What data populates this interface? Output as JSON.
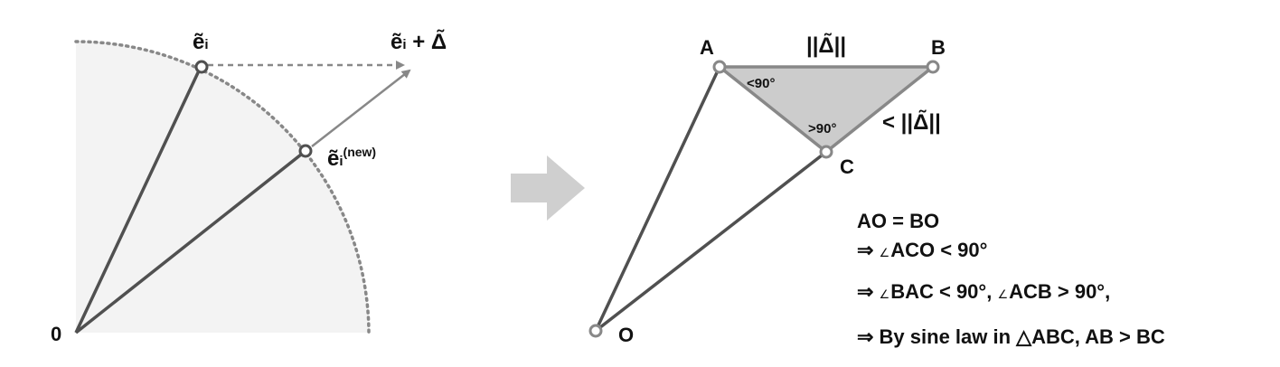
{
  "left_diagram": {
    "origin_label": "0",
    "point_ei_label": "ẽ",
    "point_ei_sub": "i",
    "point_sum_label": "ẽ",
    "point_sum_sub": "i",
    "point_sum_suffix": " + Δ̃",
    "point_new_label": "ẽ",
    "point_new_sub": "i",
    "point_new_sup": "(new)"
  },
  "right_diagram": {
    "label_a": "A",
    "label_b": "B",
    "label_c": "C",
    "label_o": "O",
    "top_edge_label": "||Δ̃||",
    "right_edge_label": "< ||Δ̃||",
    "angle_a_label": "<90°",
    "angle_c_label": ">90°"
  },
  "proof": {
    "line1": "AO = BO",
    "line2_prefix": "⇒ ",
    "line2_angle": "∠",
    "line2_text": "ACO < 90°",
    "line3_prefix": "⇒ ",
    "line3_angle1": "∠",
    "line3_text1": "BAC < 90°, ",
    "line3_angle2": "∠",
    "line3_text2": "ACB > 90°,",
    "line4": "⇒ By sine law in △ABC, AB > BC"
  },
  "colors": {
    "line_dark": "#505050",
    "line_mid": "#888888",
    "sector_fill": "#f3f3f3",
    "triangle_fill": "#cccccc",
    "arrow_block": "#cfcfcf"
  }
}
